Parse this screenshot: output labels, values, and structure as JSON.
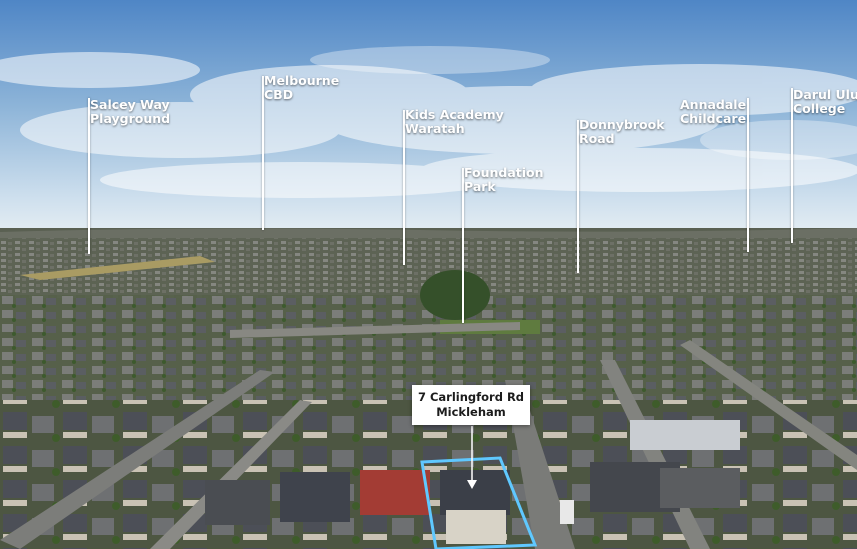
{
  "photo": {
    "subject": "aerial-suburb-view",
    "colors": {
      "sky_top": "#4f86c6",
      "sky_horizon": "#dfe9f2",
      "ground": "#4a5140",
      "outline": "#5fc8ff"
    }
  },
  "points_of_interest": [
    {
      "id": "salcey",
      "lines": [
        "Salcey Way",
        "Playground"
      ]
    },
    {
      "id": "melbourne",
      "lines": [
        "Melbourne",
        "CBD"
      ]
    },
    {
      "id": "kids",
      "lines": [
        "Kids Academy",
        "Waratah"
      ]
    },
    {
      "id": "foundation",
      "lines": [
        "Foundation",
        "Park"
      ]
    },
    {
      "id": "donnybrook",
      "lines": [
        "Donnybrook",
        "Road"
      ]
    },
    {
      "id": "annadale",
      "lines": [
        "Annadale",
        "Childcare"
      ]
    },
    {
      "id": "darul",
      "lines": [
        "Darul Ulum",
        "College"
      ]
    }
  ],
  "property": {
    "address_line1": "7 Carlingford Rd",
    "address_line2": "Mickleham"
  }
}
